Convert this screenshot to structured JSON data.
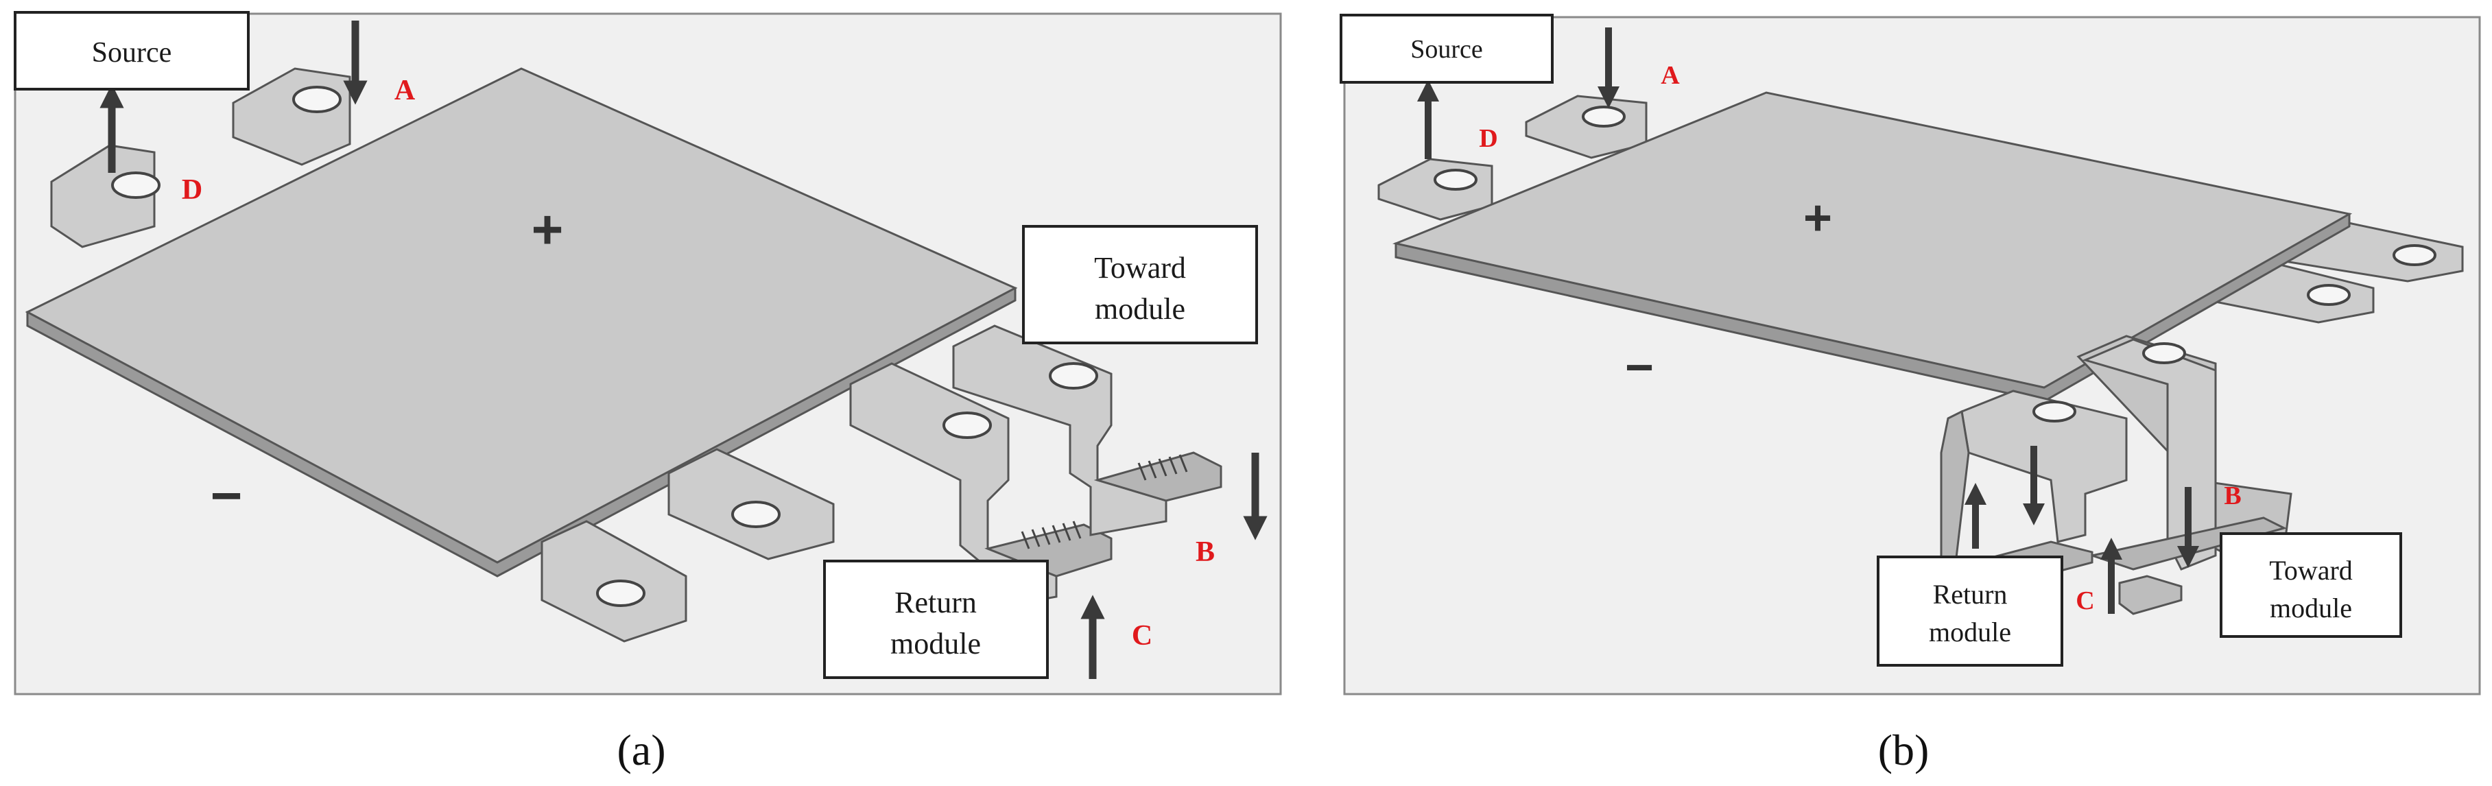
{
  "panel_a": {
    "source_label": "Source",
    "toward_label_line1": "Toward",
    "toward_label_line2": "module",
    "return_label_line1": "Return",
    "return_label_line2": "module",
    "point_a": "A",
    "point_b": "B",
    "point_c": "C",
    "point_d": "D",
    "plus_sign": "+",
    "minus_sign": "−",
    "caption": "(a)"
  },
  "panel_b": {
    "source_label": "Source",
    "toward_label_line1": "Toward",
    "toward_label_line2": "module",
    "return_label_line1": "Return",
    "return_label_line2": "module",
    "point_a": "A",
    "point_b": "B",
    "point_c": "C",
    "point_d": "D",
    "plus_sign": "+",
    "minus_sign": "−",
    "caption": "(b)"
  },
  "colors": {
    "panel_background": "#f0f0f0",
    "plate_fill": "#c8c8c8",
    "plate_edge": "#555555",
    "arrow": "#3a3a3a",
    "point_label": "#e0191c"
  }
}
